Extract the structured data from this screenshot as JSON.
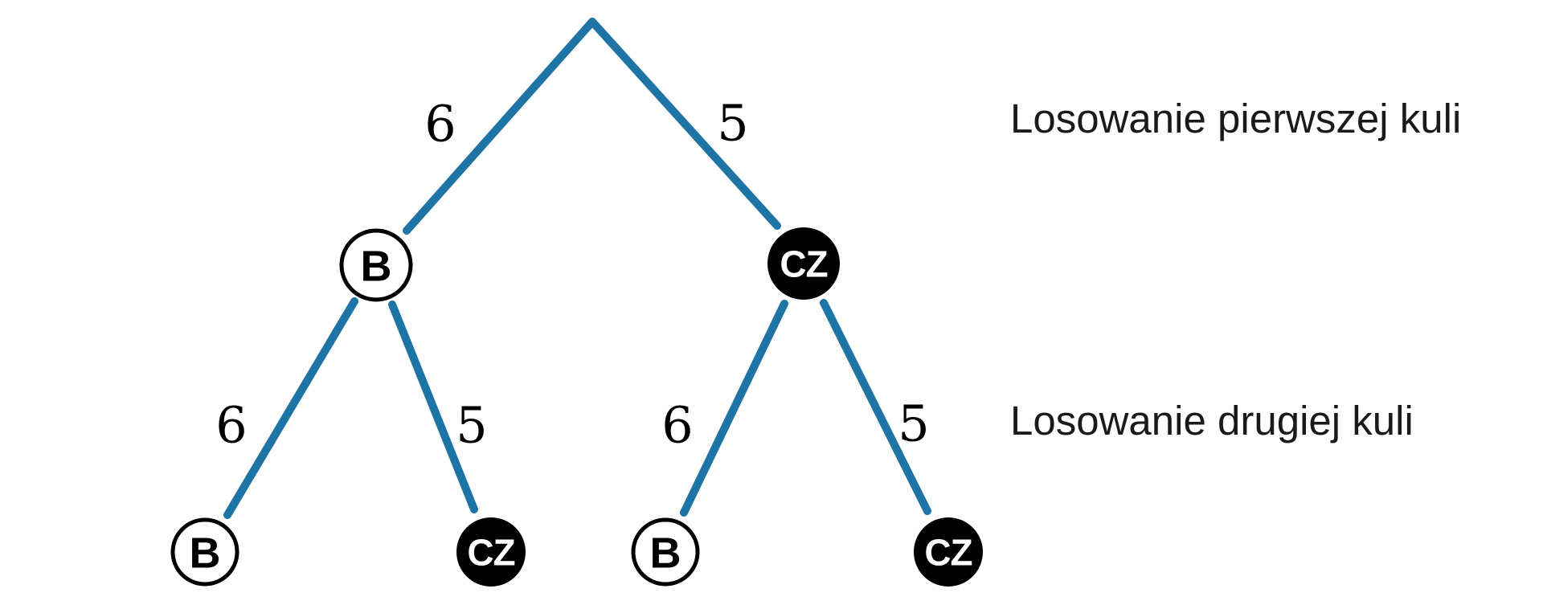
{
  "diagram_type": "probability-tree",
  "annotations": {
    "level1": "Losowanie pierwszej kuli",
    "level2": "Losowanie drugiej kuli"
  },
  "tree": {
    "root": {
      "children": [
        {
          "label": "B",
          "edge_label": "6",
          "style": "light",
          "children": [
            {
              "label": "B",
              "edge_label": "6",
              "style": "light"
            },
            {
              "label": "CZ",
              "edge_label": "5",
              "style": "dark"
            }
          ]
        },
        {
          "label": "CZ",
          "edge_label": "5",
          "style": "dark",
          "children": [
            {
              "label": "B",
              "edge_label": "6",
              "style": "light"
            },
            {
              "label": "CZ",
              "edge_label": "5",
              "style": "dark"
            }
          ]
        }
      ]
    }
  },
  "colors": {
    "branch": "#1e74a4",
    "node_dark_fill": "#000000",
    "node_light_fill": "#ffffff",
    "node_stroke": "#000000",
    "node_dark_text": "#ffffff",
    "node_light_text": "#000000",
    "label_text": "#000000",
    "annotation_text": "#1a1a1a",
    "background": "#ffffff"
  }
}
